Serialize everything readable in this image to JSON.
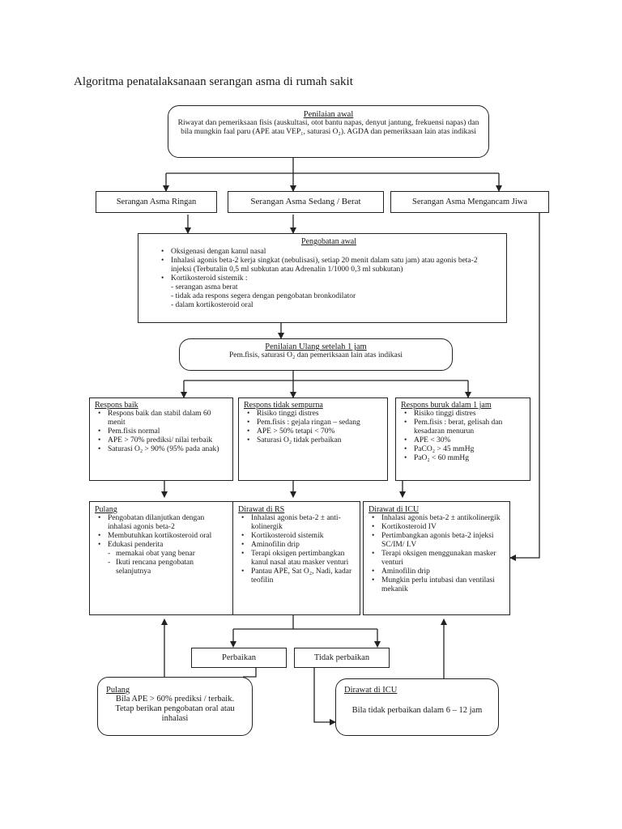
{
  "title": "Algoritma penatalaksanaan serangan asma di rumah sakit",
  "initial": {
    "heading": "Penilaian awal",
    "text": "Riwayat dan pemeriksaan fisis (auskultasi, otot bantu napas, denyut jantung, frekuensi napas) dan bila mungkin faal paru (APE atau VEP₁, saturasi O₂). AGDA dan pemeriksaan lain atas indikasi"
  },
  "categories": [
    "Serangan Asma Ringan",
    "Serangan Asma Sedang / Berat",
    "Serangan Asma Mengancam Jiwa"
  ],
  "initial_treatment": {
    "heading": "Pengobatan awal",
    "items": [
      "Oksigenasi dengan kanul nasal",
      "Inhalasi agonis beta-2 kerja singkat (nebulisasi), setiap 20 menit dalam satu jam) atau agonis beta-2 injeksi (Terbutalin 0,5 ml subkutan atau Adrenalin 1/1000 0,3 ml subkutan)",
      "Kortikosteroid sistemik :"
    ],
    "subitems": [
      "- serangan asma berat",
      "- tidak ada respons segera dengan pengobatan bronkodilator",
      "- dalam kortikosteroid oral"
    ]
  },
  "reassessment": {
    "heading": "Penilaian Ulang setelah 1 jam",
    "text": "Pem.fisis, saturasi O₂ dan pemeriksaan lain atas indikasi"
  },
  "responses": [
    {
      "heading": "Respons baik",
      "items": [
        "Respons baik dan stabil dalam 60 menit",
        "Pem.fisis normal",
        "APE > 70% prediksi/ nilai terbaik",
        "Saturasi O₂ > 90% (95% pada anak)"
      ]
    },
    {
      "heading": "Respons tidak sempurna",
      "items": [
        "Risiko tinggi distres",
        "Pem.fisis : gejala ringan – sedang",
        "APE > 50% tetapi < 70%",
        "Saturasi O₂ tidak perbaikan"
      ]
    },
    {
      "heading": "Respons buruk dalam 1 jam",
      "items": [
        "Risiko tinggi distres",
        "Pem.fisis : berat, gelisah dan kesadaran menurun",
        "APE < 30%",
        "PaCO₂ > 45 mmHg",
        "PaO₂ < 60 mmHg"
      ]
    }
  ],
  "dispositions": [
    {
      "heading": "Pulang",
      "items": [
        "Pengobatan dilanjutkan dengan inhalasi agonis beta-2",
        "Membutuhkan kortikosteroid oral",
        "Edukasi penderita"
      ],
      "subitems": [
        "memakai obat yang benar",
        "Ikuti rencana pengobatan selanjutnya"
      ]
    },
    {
      "heading": "Dirawat di RS",
      "items": [
        "Inhalasi agonis beta-2 ± anti-kolinergik",
        "Kortikosteroid sistemik",
        "Aminofilin drip",
        "Terapi oksigen pertimbangkan kanul nasal atau masker venturi",
        "Pantau APE, Sat O₂, Nadi, kadar teofilin"
      ]
    },
    {
      "heading": "Dirawat di ICU",
      "items": [
        "Inhalasi agonis beta-2 ± antikolinergik",
        "Kortikosteroid IV",
        "Pertimbangkan agonis beta-2 injeksi SC/IM/ I.V",
        "Terapi oksigen menggunakan masker venturi",
        "Aminofilin drip",
        "Mungkin perlu intubasi dan ventilasi mekanik"
      ]
    }
  ],
  "outcomes": [
    "Perbaikan",
    "Tidak perbaikan"
  ],
  "final": [
    {
      "heading": "Pulang",
      "lines": [
        "Bila APE > 60% prediksi / terbaik.",
        "Tetap berikan pengobatan oral atau inhalasi"
      ]
    },
    {
      "heading": "Dirawat di ICU",
      "lines": [
        "Bila tidak perbaikan dalam 6 – 12 jam"
      ]
    }
  ]
}
